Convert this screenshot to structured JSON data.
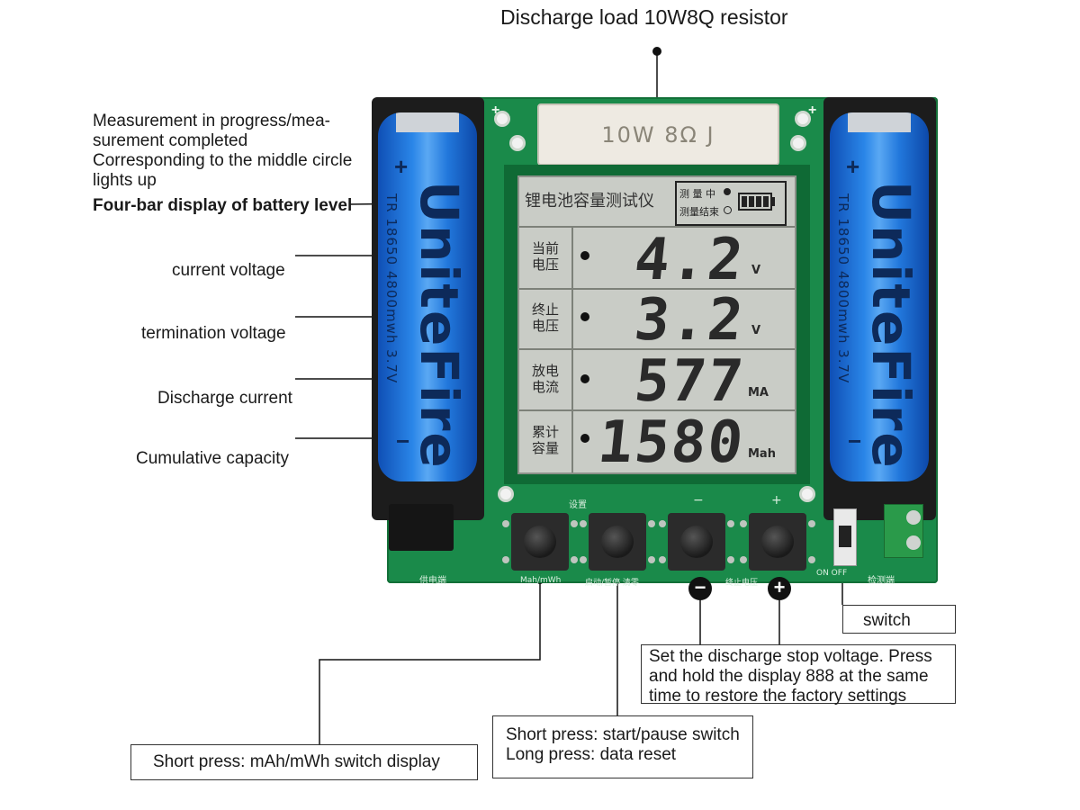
{
  "callouts": {
    "resistor": "Discharge load 10W8Q resistor",
    "measure_status": [
      "Measurement in progress/mea-",
      "surement completed",
      "Corresponding to the middle circle",
      "lights up"
    ],
    "battery_level": "Four-bar display of battery level",
    "current_voltage": "current voltage",
    "termination_voltage": "termination voltage",
    "discharge_current": "Discharge current",
    "cumulative_capacity": "Cumulative capacity",
    "switch": "switch",
    "stop_voltage": [
      "Set the discharge stop voltage. Press",
      "and hold the display 888 at the same",
      "time to restore the factory settings"
    ],
    "start_pause": [
      "Short press: start/pause switch",
      "Long press: data reset"
    ],
    "mah_switch": "Short press: mAh/mWh switch display"
  },
  "resistor_text": "10W 8Ω J",
  "battery": {
    "brand": "UniteFire",
    "spec": "TR 18650 4800mwh 3.7V",
    "plus": "+",
    "minus": "−"
  },
  "lcd": {
    "title": "锂电池容量测试仪",
    "status_top": "测 量 中",
    "status_bottom": "测量结束",
    "battery_bars": 4,
    "rows": [
      {
        "label": [
          "当前",
          "电压"
        ],
        "value": "4.2",
        "unit": "V"
      },
      {
        "label": [
          "终止",
          "电压"
        ],
        "value": "3.2",
        "unit": "V"
      },
      {
        "label": [
          "放电",
          "电流"
        ],
        "value": "577",
        "unit": "MA"
      },
      {
        "label": [
          "累计",
          "容量"
        ],
        "value": "1580",
        "unit": "Mah"
      }
    ]
  },
  "pcb": {
    "set_label": "设置",
    "minus_label": "−",
    "plus_label": "+",
    "power_label": "供电端",
    "detect_label": "检测端",
    "on_off": "ON  OFF",
    "btn1_label": "Mah/mWh",
    "btn2_label": "启动/暂停 清零",
    "btn34_label": "终止电压"
  },
  "signs": {
    "minus": "−",
    "plus": "+"
  }
}
